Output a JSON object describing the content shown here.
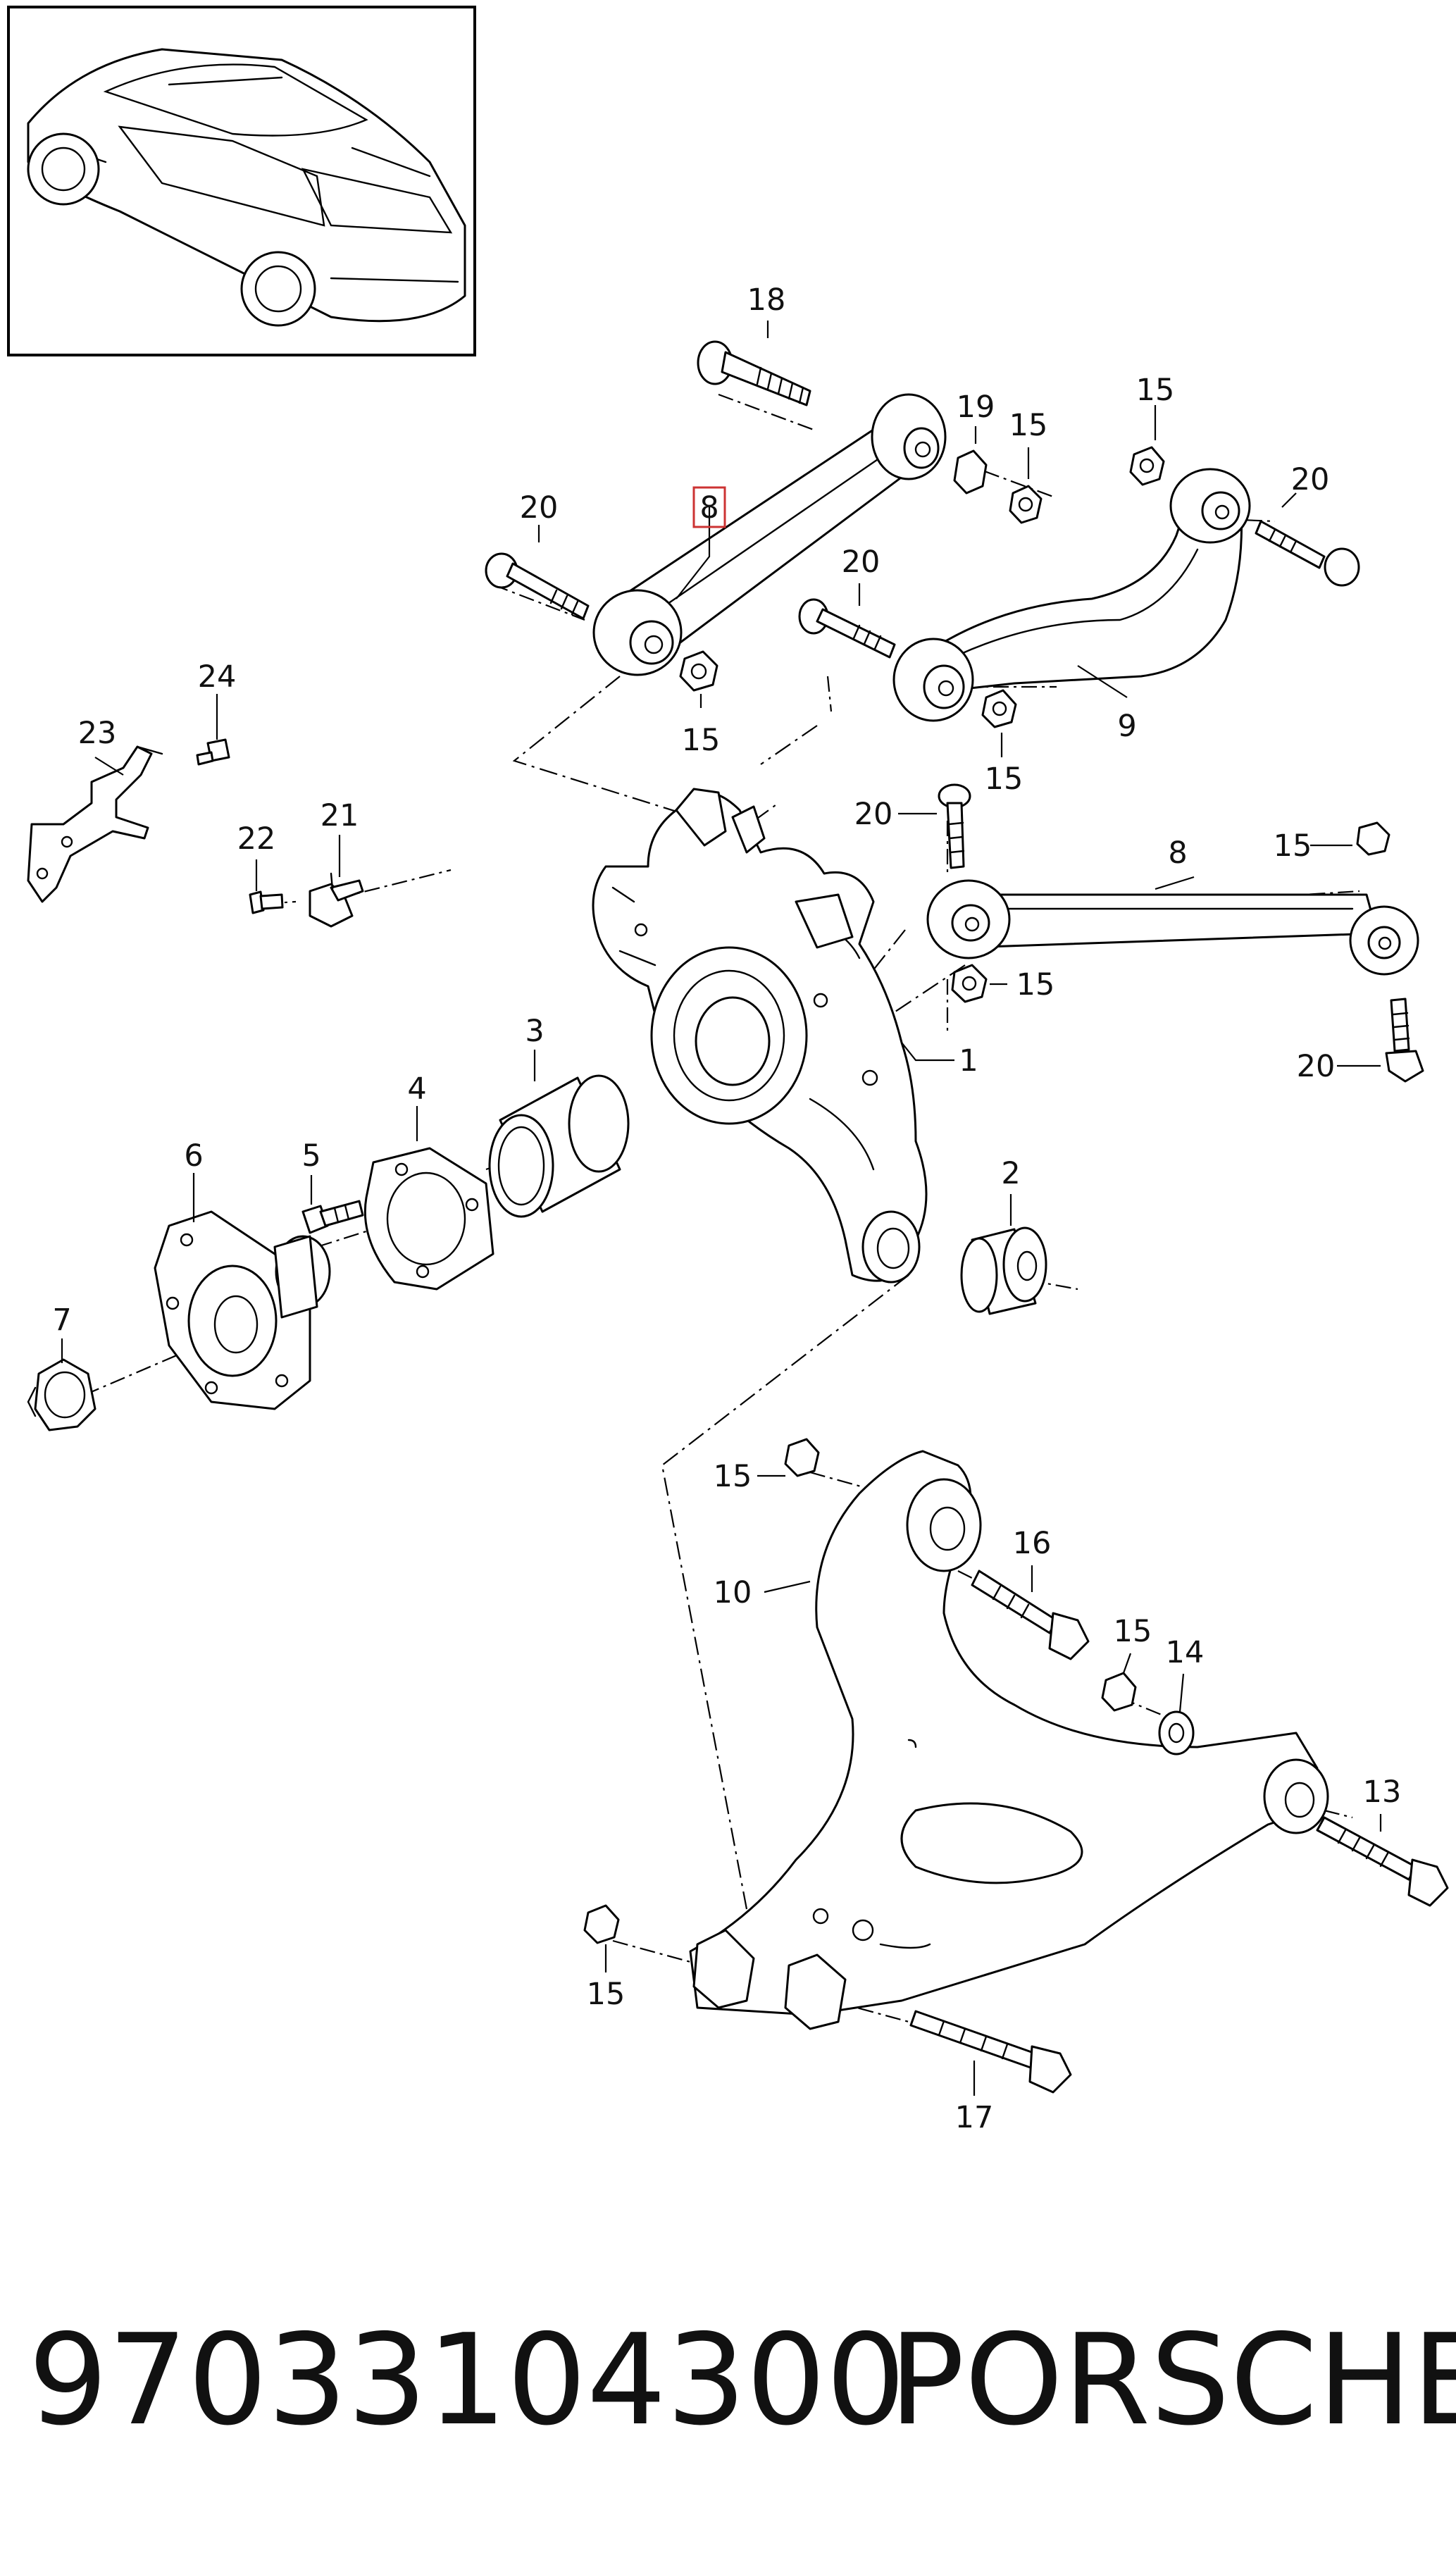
{
  "diagram": {
    "highlight_color": "#cc3333",
    "line_color": "#000000",
    "callouts": {
      "c1": "1",
      "c2": "2",
      "c3": "3",
      "c4": "4",
      "c5": "5",
      "c6": "6",
      "c7": "7",
      "c8a": "8",
      "c8b": "8",
      "c9": "9",
      "c10": "10",
      "c13": "13",
      "c14": "14",
      "c15a": "15",
      "c15b": "15",
      "c15c": "15",
      "c15d": "15",
      "c15e": "15",
      "c15f": "15",
      "c15g": "15",
      "c15h": "15",
      "c15i": "15",
      "c16": "16",
      "c17": "17",
      "c18": "18",
      "c19": "19",
      "c20a": "20",
      "c20b": "20",
      "c20c": "20",
      "c20d": "20",
      "c20e": "20",
      "c21": "21",
      "c22": "22",
      "c23": "23",
      "c24": "24"
    }
  },
  "footer": {
    "part_number": "97033104300",
    "brand": "PORSCHE"
  }
}
